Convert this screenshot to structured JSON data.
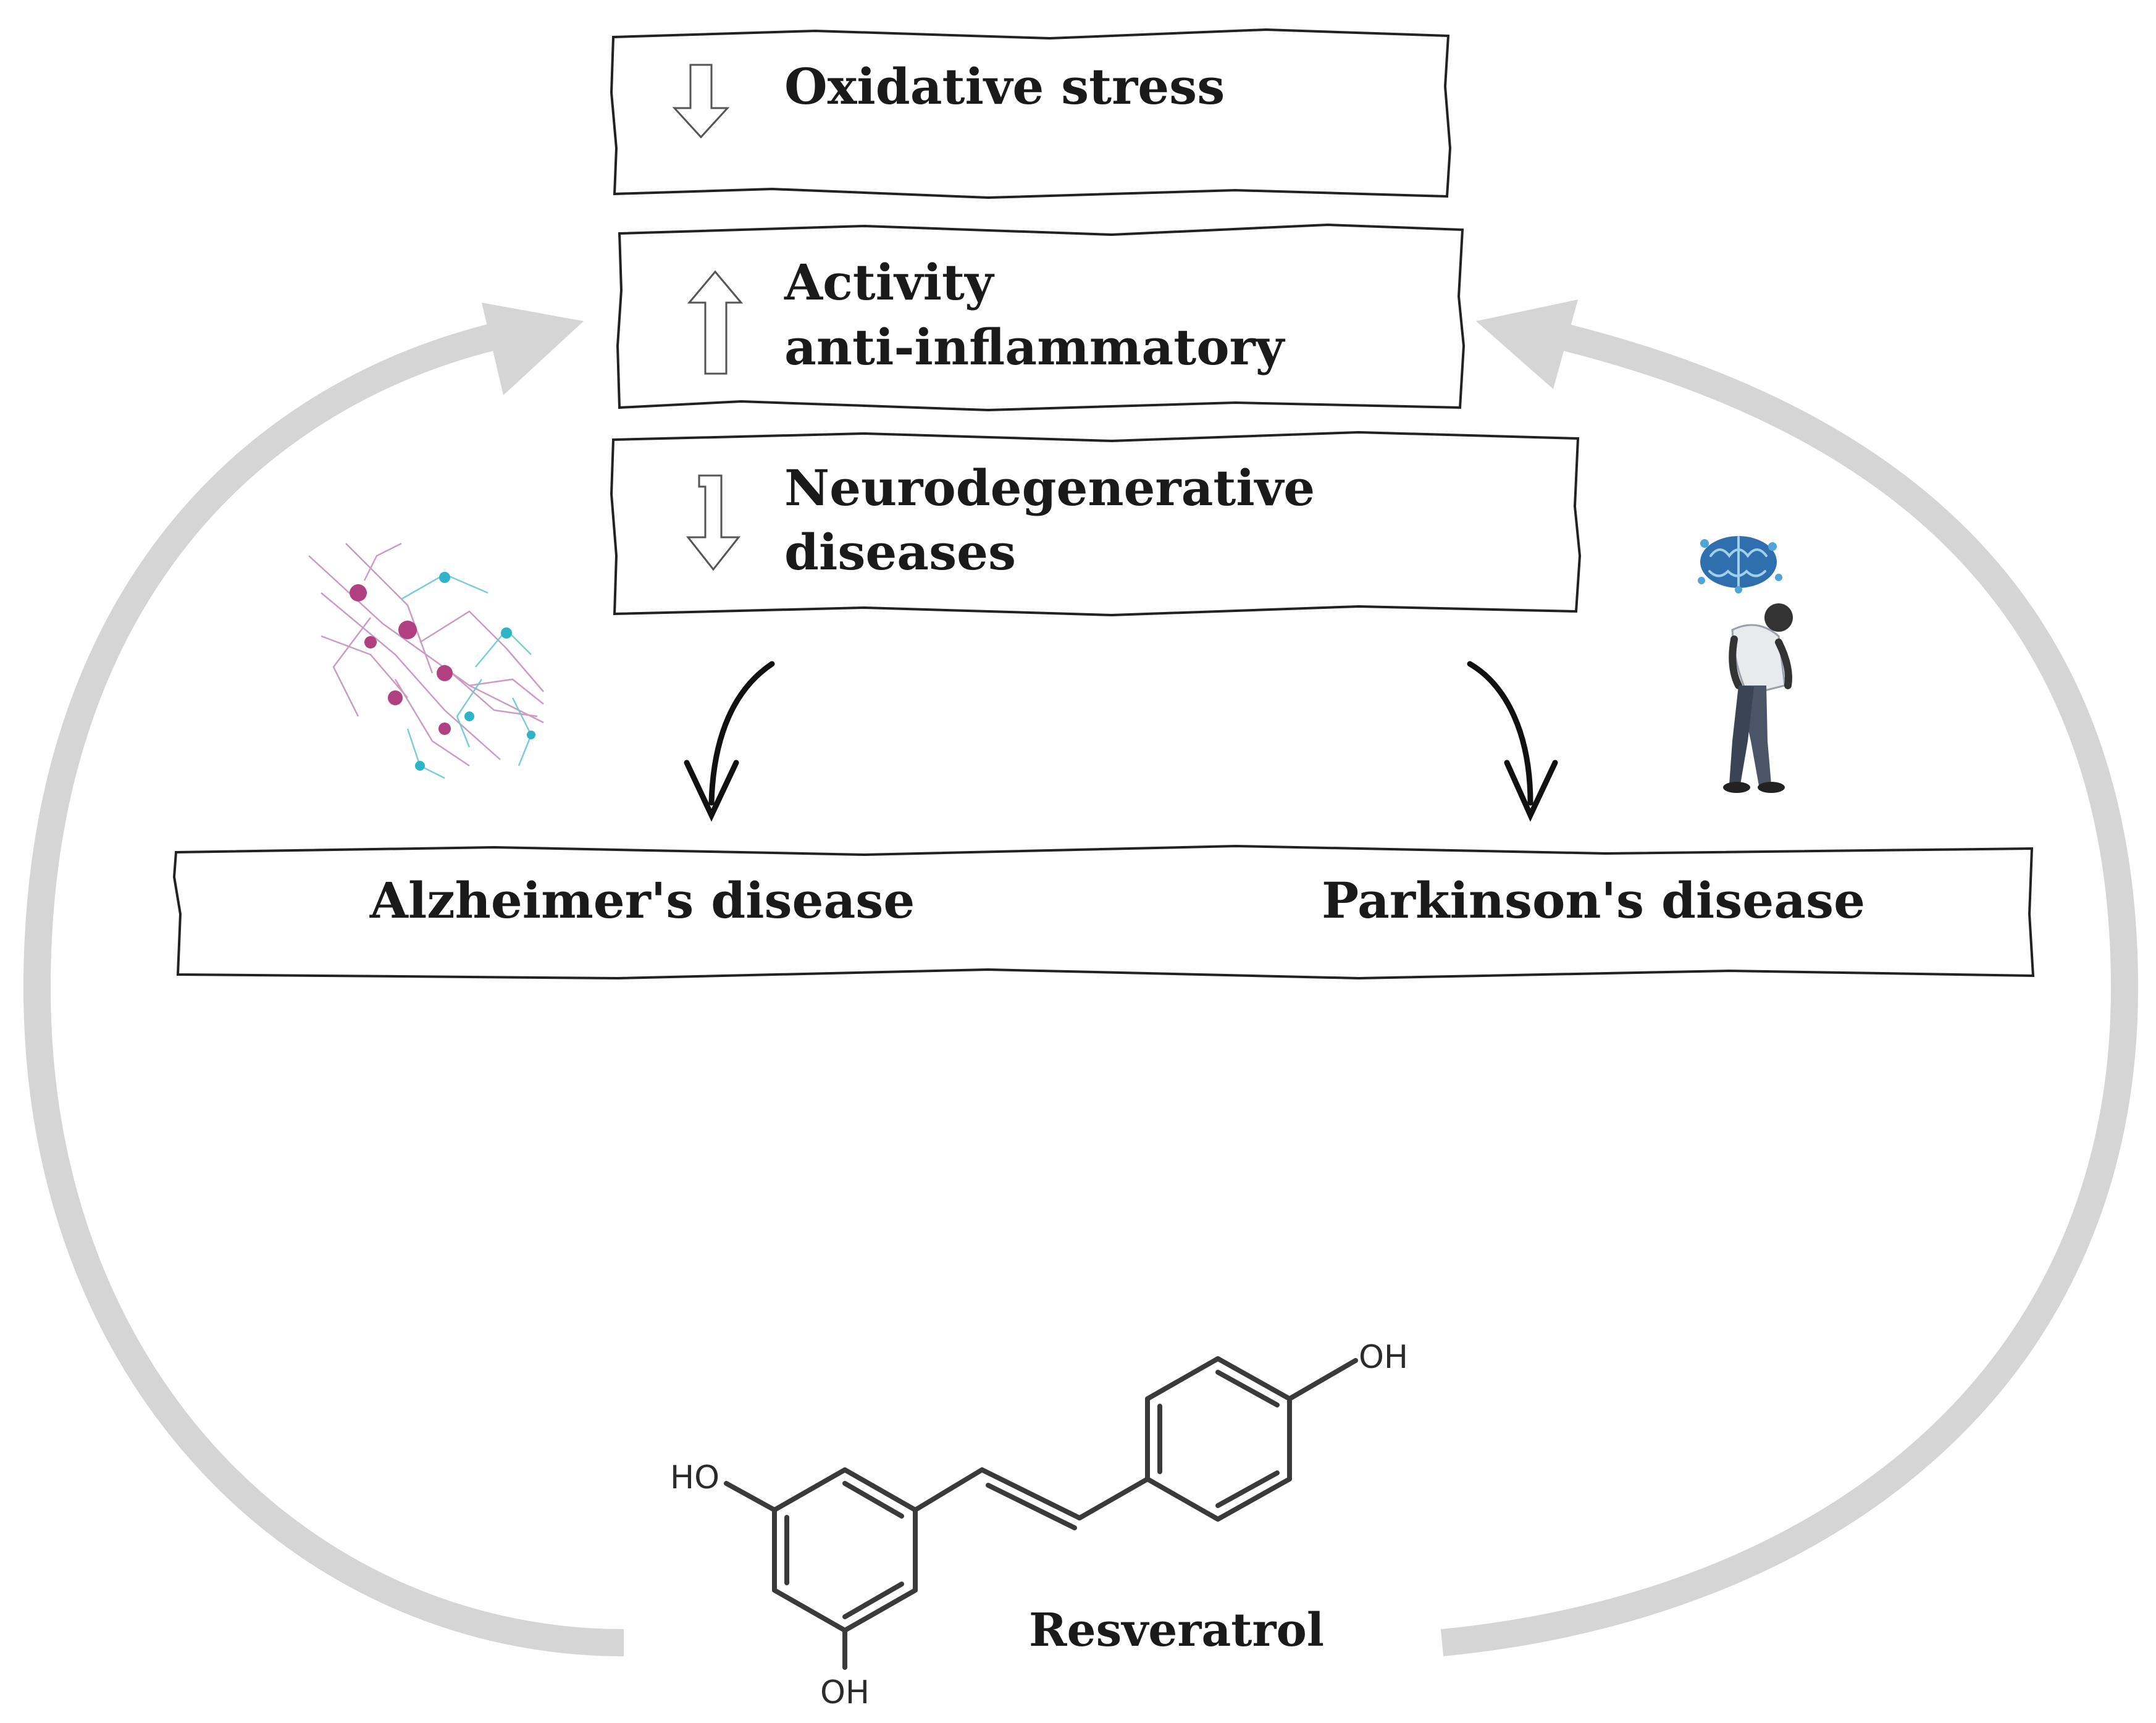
{
  "boxes": {
    "oxidative": {
      "label": "Oxidative stress",
      "direction": "down",
      "arrow_icon": "hollow-down-arrow"
    },
    "activity": {
      "line1": "Activity",
      "line2": "anti-inflammatory",
      "direction": "up",
      "arrow_icon": "hollow-up-arrow"
    },
    "neuro": {
      "line1": "Neurodegenerative",
      "line2": "diseases",
      "direction": "down",
      "arrow_icon": "hollow-down-arrow"
    }
  },
  "diseases": {
    "alzheimers": "Alzheimer's disease",
    "parkinsons": "Parkinson's disease"
  },
  "molecule": {
    "name": "Resveratrol",
    "oh_top": "OH",
    "ho_left": "HO",
    "oh_bottom": "OH"
  },
  "icons": {
    "alzheimers": "neuron-network-icon",
    "parkinsons": "person-with-brain-icon",
    "cycle": "gray-cycle-arrows"
  },
  "colors": {
    "cycle_arrow": "#d5d5d5",
    "neuron_magenta": "#b0407f",
    "neuron_cyan": "#2fb3c6",
    "brain_blue": "#2f6fae",
    "box_stroke": "#222222"
  }
}
